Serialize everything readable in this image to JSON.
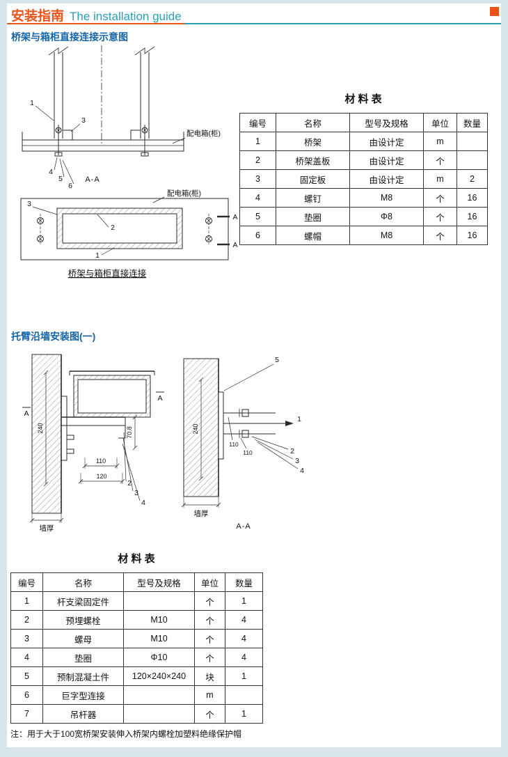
{
  "header": {
    "title_zh": "安装指南",
    "title_en": "The installation guide"
  },
  "section1": {
    "title": "桥架与箱柜直接连接示意图",
    "material_table": {
      "title": "材 料 表",
      "headers": [
        "编号",
        "名称",
        "型号及规格",
        "单位",
        "数量"
      ],
      "rows": [
        [
          "1",
          "桥架",
          "由设计定",
          "m",
          ""
        ],
        [
          "2",
          "桥架盖板",
          "由设计定",
          "个",
          ""
        ],
        [
          "3",
          "固定板",
          "由设计定",
          "m",
          "2"
        ],
        [
          "4",
          "螺钉",
          "M8",
          "个",
          "16"
        ],
        [
          "5",
          "垫圈",
          "Φ8",
          "个",
          "16"
        ],
        [
          "6",
          "螺帽",
          "M8",
          "个",
          "16"
        ]
      ]
    },
    "side_view": {
      "n1": "1",
      "n3": "3",
      "n4": "4",
      "n5": "5",
      "n6": "6",
      "cabinet_label": "配电箱(柜)",
      "section_mark": "A-A"
    },
    "plan_view": {
      "n1": "1",
      "n2": "2",
      "n3": "3",
      "a_mark": "A",
      "cabinet_label": "配电箱(柜)",
      "caption": "桥架与箱柜直接连接"
    }
  },
  "section2": {
    "title": "托臂沿墙安装图(一)",
    "left_view": {
      "a_mark": "A",
      "dim_240": "240",
      "dim_70_8": "70.8",
      "dim_110": "110",
      "dim_120": "120",
      "n2": "2",
      "n3": "3",
      "n4": "4",
      "wall_label": "墙厚"
    },
    "right_view": {
      "n1": "1",
      "n2": "2",
      "n3": "3",
      "n4": "4",
      "n5": "5",
      "dim_240": "240",
      "dim_110a": "110",
      "dim_110b": "110",
      "wall_label": "墙厚",
      "section_mark": "A-A"
    },
    "material_table": {
      "title": "材 料 表",
      "headers": [
        "编号",
        "名称",
        "型号及规格",
        "单位",
        "数量"
      ],
      "rows": [
        [
          "1",
          "杆支梁固定件",
          "",
          "个",
          "1"
        ],
        [
          "2",
          "预埋螺栓",
          "M10",
          "个",
          "4"
        ],
        [
          "3",
          "螺母",
          "M10",
          "个",
          "4"
        ],
        [
          "4",
          "垫圈",
          "Φ10",
          "个",
          "4"
        ],
        [
          "5",
          "预制混凝土件",
          "120×240×240",
          "块",
          "1"
        ],
        [
          "6",
          "巨字型连接",
          "",
          "m",
          ""
        ],
        [
          "7",
          "吊杆器",
          "",
          "个",
          "1"
        ]
      ]
    }
  },
  "footnote": "注：用于大于100宽桥架安装伸入桥架内螺栓加塑料绝缘保护帽",
  "colors": {
    "accent_orange": "#e8541a",
    "accent_teal": "#2b9fb3",
    "section_blue": "#1565a8"
  }
}
